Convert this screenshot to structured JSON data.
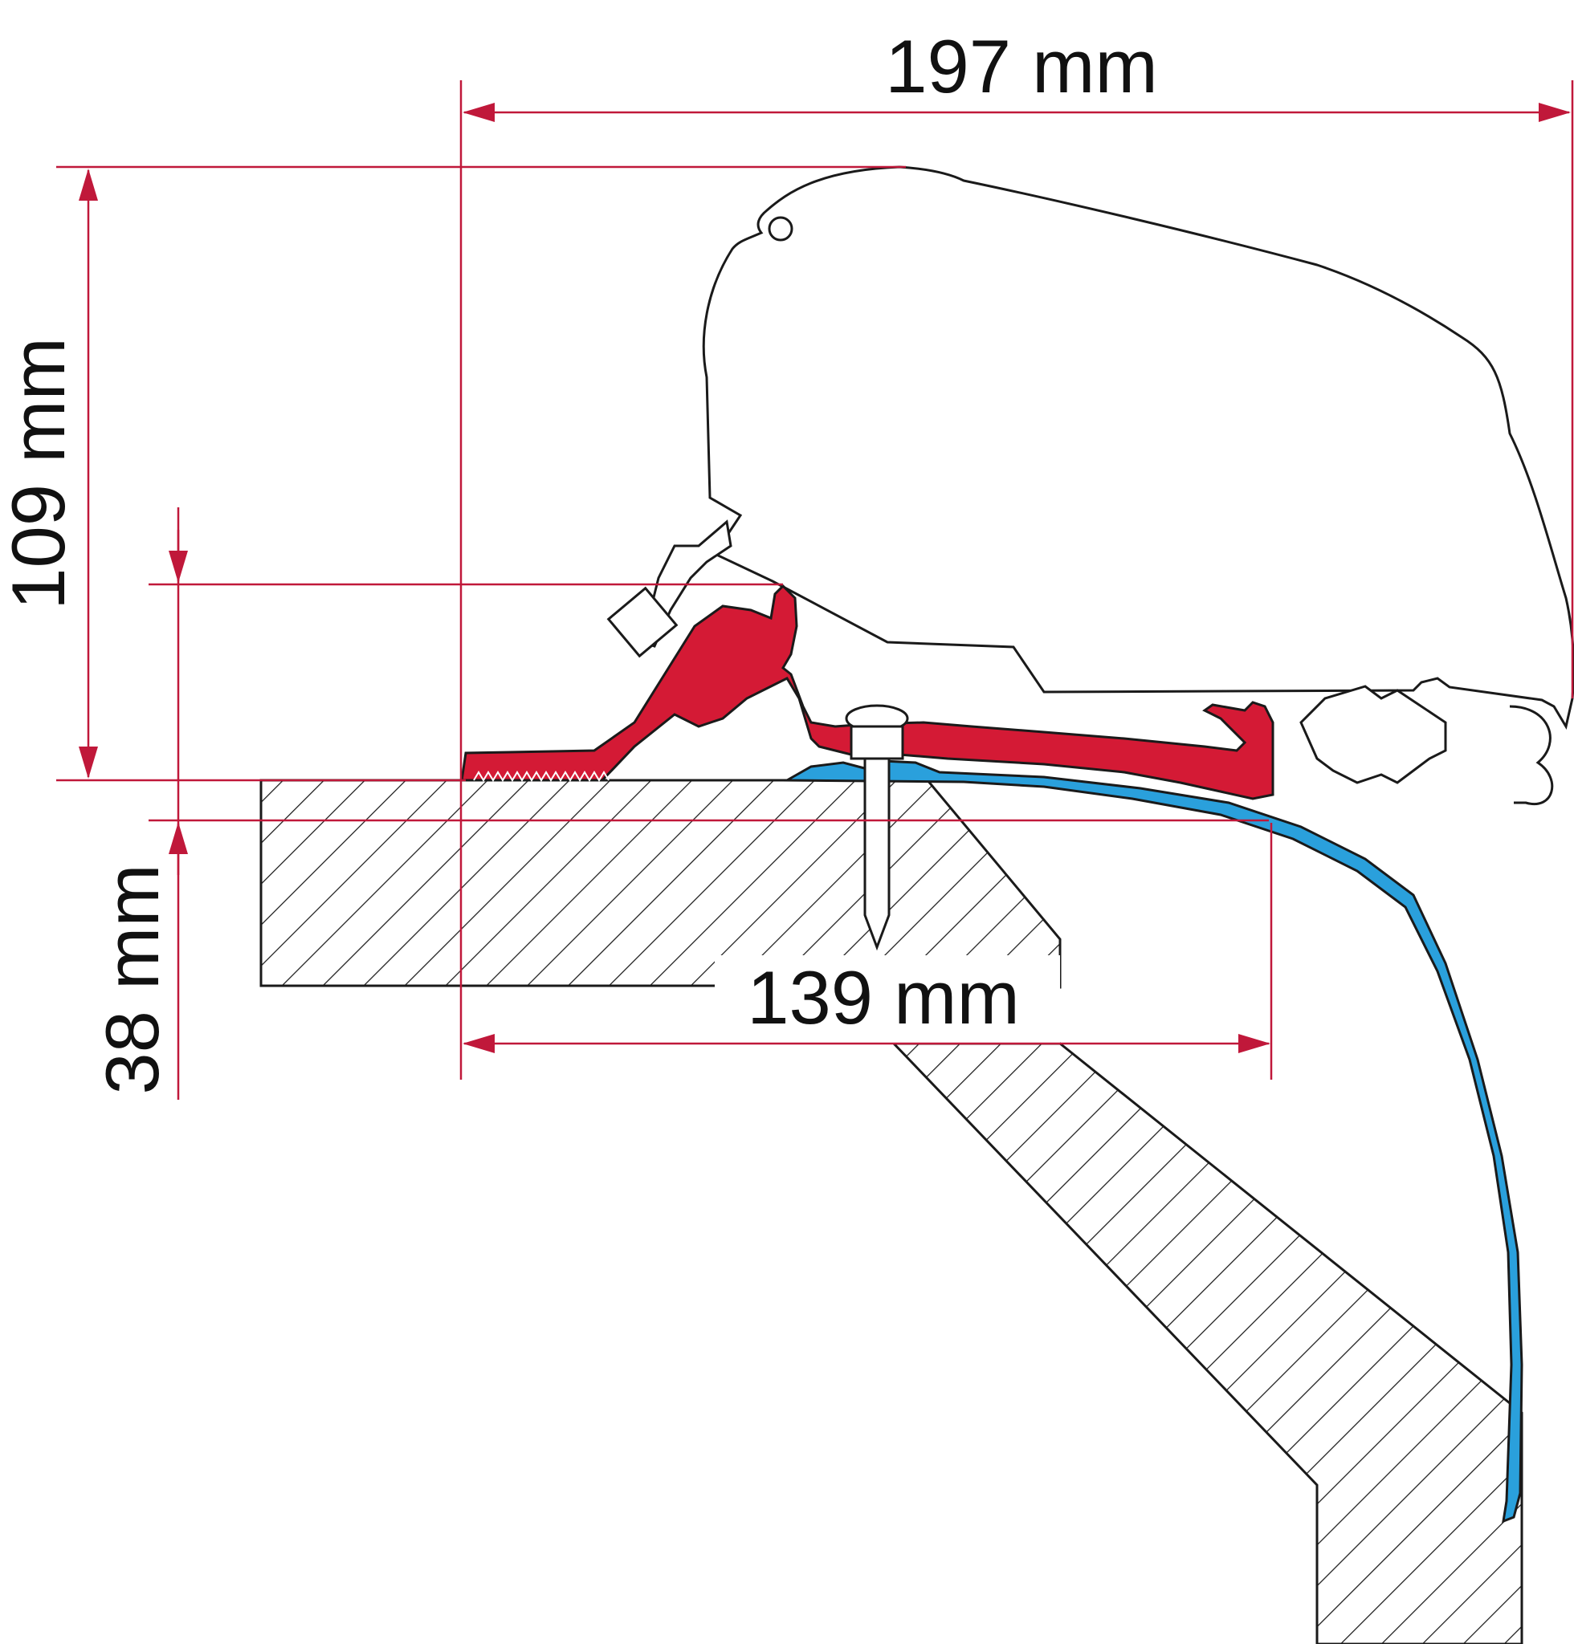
{
  "dimensions": {
    "total_width": "197 mm",
    "total_height": "109 mm",
    "rail_width": "139 mm",
    "rail_height": "38 mm"
  },
  "colors": {
    "dimension_line": "#c0183a",
    "rail_profile": "#d41a35",
    "seal_profile": "#2aa0dc",
    "outline": "#1a1a1a"
  }
}
